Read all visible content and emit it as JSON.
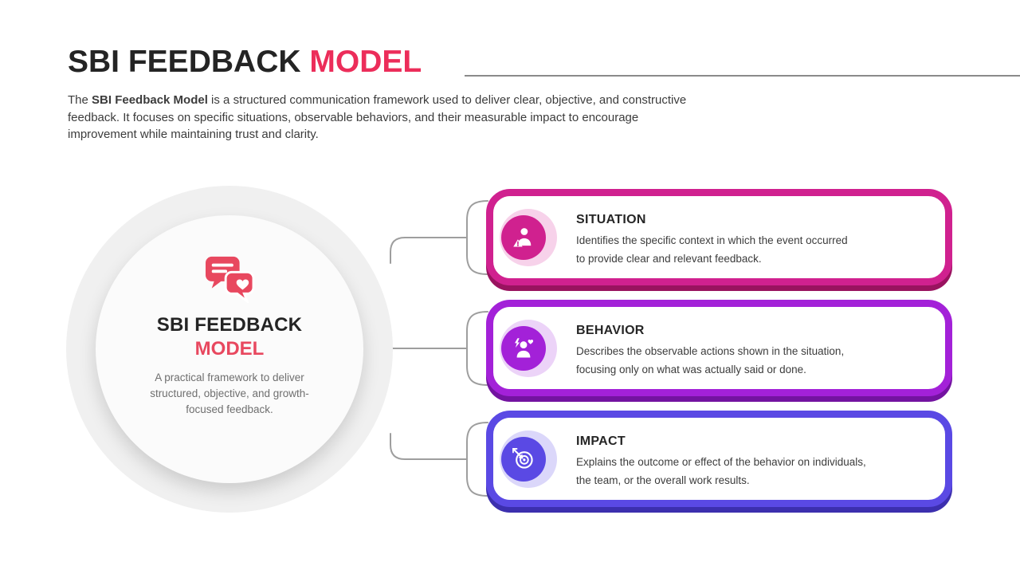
{
  "colors": {
    "heading": "#242424",
    "body_text": "#3C3C3C",
    "muted": "#6F6F6F",
    "title_accent": "#EC2D5A",
    "hub_accent": "#E8485F",
    "connector": "#9E9E9E",
    "divider": "#8A8A8A",
    "hub_outer": "#F0F0F0",
    "hub_inner": "#FBFBFB"
  },
  "header": {
    "title_dark": "SBI FEEDBACK",
    "title_accent": "MODEL"
  },
  "intro": {
    "line1_prefix": "The ",
    "line1_bold": "SBI Feedback Model",
    "line1_rest": " is a structured communication framework used to deliver clear, objective, and constructive",
    "line2": "feedback. It focuses on specific situations, observable behaviors, and their measurable impact to encourage",
    "line3": "improvement while maintaining trust and clarity."
  },
  "hub": {
    "icon": "chat-heart-icon",
    "title_line1": "SBI FEEDBACK",
    "title_line2": "MODEL",
    "subtitle_lines": [
      "A practical framework to deliver",
      "structured, objective, and growth-",
      "focused feedback."
    ]
  },
  "cards": [
    {
      "title": "SITUATION",
      "body_lines": [
        "Identifies the specific context in which the event occurred",
        "to provide clear and relevant feedback."
      ],
      "icon": "presenter-icon",
      "accent": "#D0218F",
      "accent_dark": "#99135F",
      "tint": "#F7D2EA"
    },
    {
      "title": "BEHAVIOR",
      "body_lines": [
        "Describes the observable actions shown in the situation,",
        "focusing only on what was actually said or done."
      ],
      "icon": "behavior-person-icon",
      "accent": "#A321D8",
      "accent_dark": "#7313A0",
      "tint": "#ECD3F8"
    },
    {
      "title": "IMPACT",
      "body_lines": [
        "Explains the outcome or effect of the behavior on individuals,",
        "the team, or the overall work results."
      ],
      "icon": "target-dart-icon",
      "accent": "#5A49E4",
      "accent_dark": "#3C2FAE",
      "tint": "#DBD7FA"
    }
  ]
}
